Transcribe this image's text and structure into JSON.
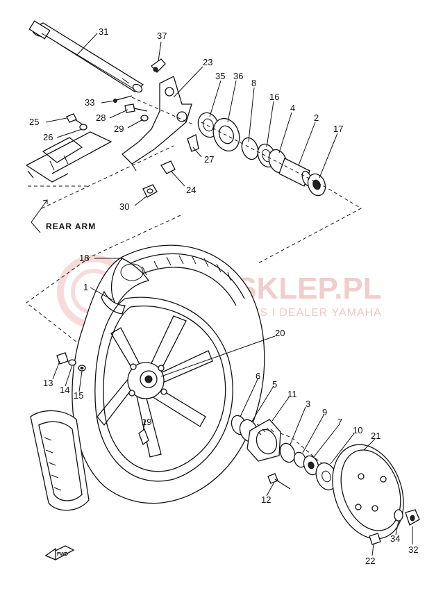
{
  "watermark": {
    "brand": "YAMA-SKLEP.PL",
    "tagline": "OFICJALNY SERWIS I DEALER YAMAHA"
  },
  "caption": {
    "rear_arm": "REAR ARM",
    "fwd": "FWD"
  },
  "callouts": [
    {
      "id": "c31",
      "text": "31"
    },
    {
      "id": "c37",
      "text": "37"
    },
    {
      "id": "c23",
      "text": "23"
    },
    {
      "id": "c35",
      "text": "35"
    },
    {
      "id": "c36",
      "text": "36"
    },
    {
      "id": "c8",
      "text": "8"
    },
    {
      "id": "c16",
      "text": "16"
    },
    {
      "id": "c4",
      "text": "4"
    },
    {
      "id": "c2",
      "text": "2"
    },
    {
      "id": "c17",
      "text": "17"
    },
    {
      "id": "c33",
      "text": "33"
    },
    {
      "id": "c28",
      "text": "28"
    },
    {
      "id": "c29",
      "text": "29"
    },
    {
      "id": "c25",
      "text": "25"
    },
    {
      "id": "c26",
      "text": "26"
    },
    {
      "id": "c27",
      "text": "27"
    },
    {
      "id": "c24",
      "text": "24"
    },
    {
      "id": "c30",
      "text": "30"
    },
    {
      "id": "c18",
      "text": "18"
    },
    {
      "id": "c1",
      "text": "1"
    },
    {
      "id": "c20",
      "text": "20"
    },
    {
      "id": "c13",
      "text": "13"
    },
    {
      "id": "c14",
      "text": "14"
    },
    {
      "id": "c15",
      "text": "15"
    },
    {
      "id": "c6",
      "text": "6"
    },
    {
      "id": "c5",
      "text": "5"
    },
    {
      "id": "c11",
      "text": "11"
    },
    {
      "id": "c3",
      "text": "3"
    },
    {
      "id": "c9",
      "text": "9"
    },
    {
      "id": "c7",
      "text": "7"
    },
    {
      "id": "c10",
      "text": "10"
    },
    {
      "id": "c21",
      "text": "21"
    },
    {
      "id": "c19",
      "text": "19"
    },
    {
      "id": "c12",
      "text": "12"
    },
    {
      "id": "c34",
      "text": "34"
    },
    {
      "id": "c32",
      "text": "32"
    },
    {
      "id": "c22",
      "text": "22"
    }
  ]
}
